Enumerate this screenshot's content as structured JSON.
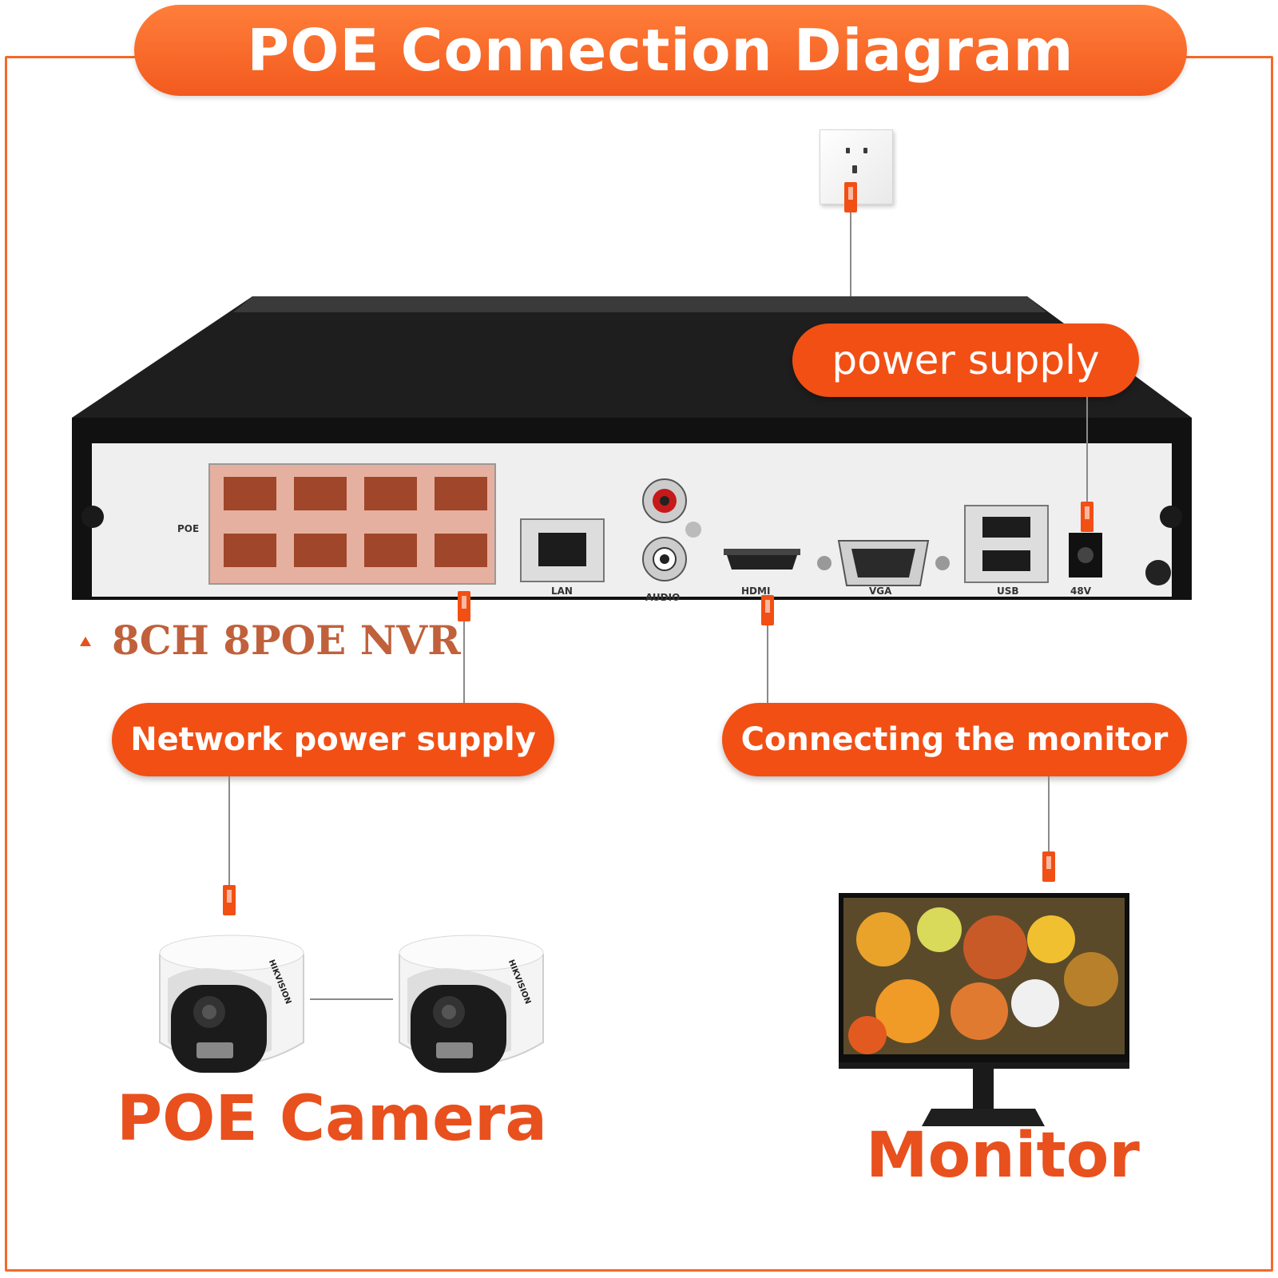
{
  "title": "POE Connection Diagram",
  "device": {
    "model_label": "8CH 8POE NVR",
    "port_labels": {
      "poe": "POE",
      "lan": "LAN",
      "audio": "AUDIO",
      "hdmi": "HDMI",
      "vga": "VGA",
      "usb": "USB",
      "power": "48V"
    }
  },
  "callouts": {
    "power": "power supply",
    "network": "Network power supply",
    "monitor": "Connecting the monitor"
  },
  "labels": {
    "camera": "POE Camera",
    "monitor": "Monitor",
    "camera_brand": "HIKVISION"
  },
  "colors": {
    "accent": "#f24f14",
    "title_bg": "#f5651f",
    "device_body": "#1e1e1e",
    "panel": "#eeeeee"
  },
  "icons": [
    "power-outlet-icon",
    "rj45-port-icon",
    "hdmi-port-icon",
    "vga-port-icon",
    "usb-port-icon",
    "dome-camera-icon",
    "monitor-icon"
  ]
}
